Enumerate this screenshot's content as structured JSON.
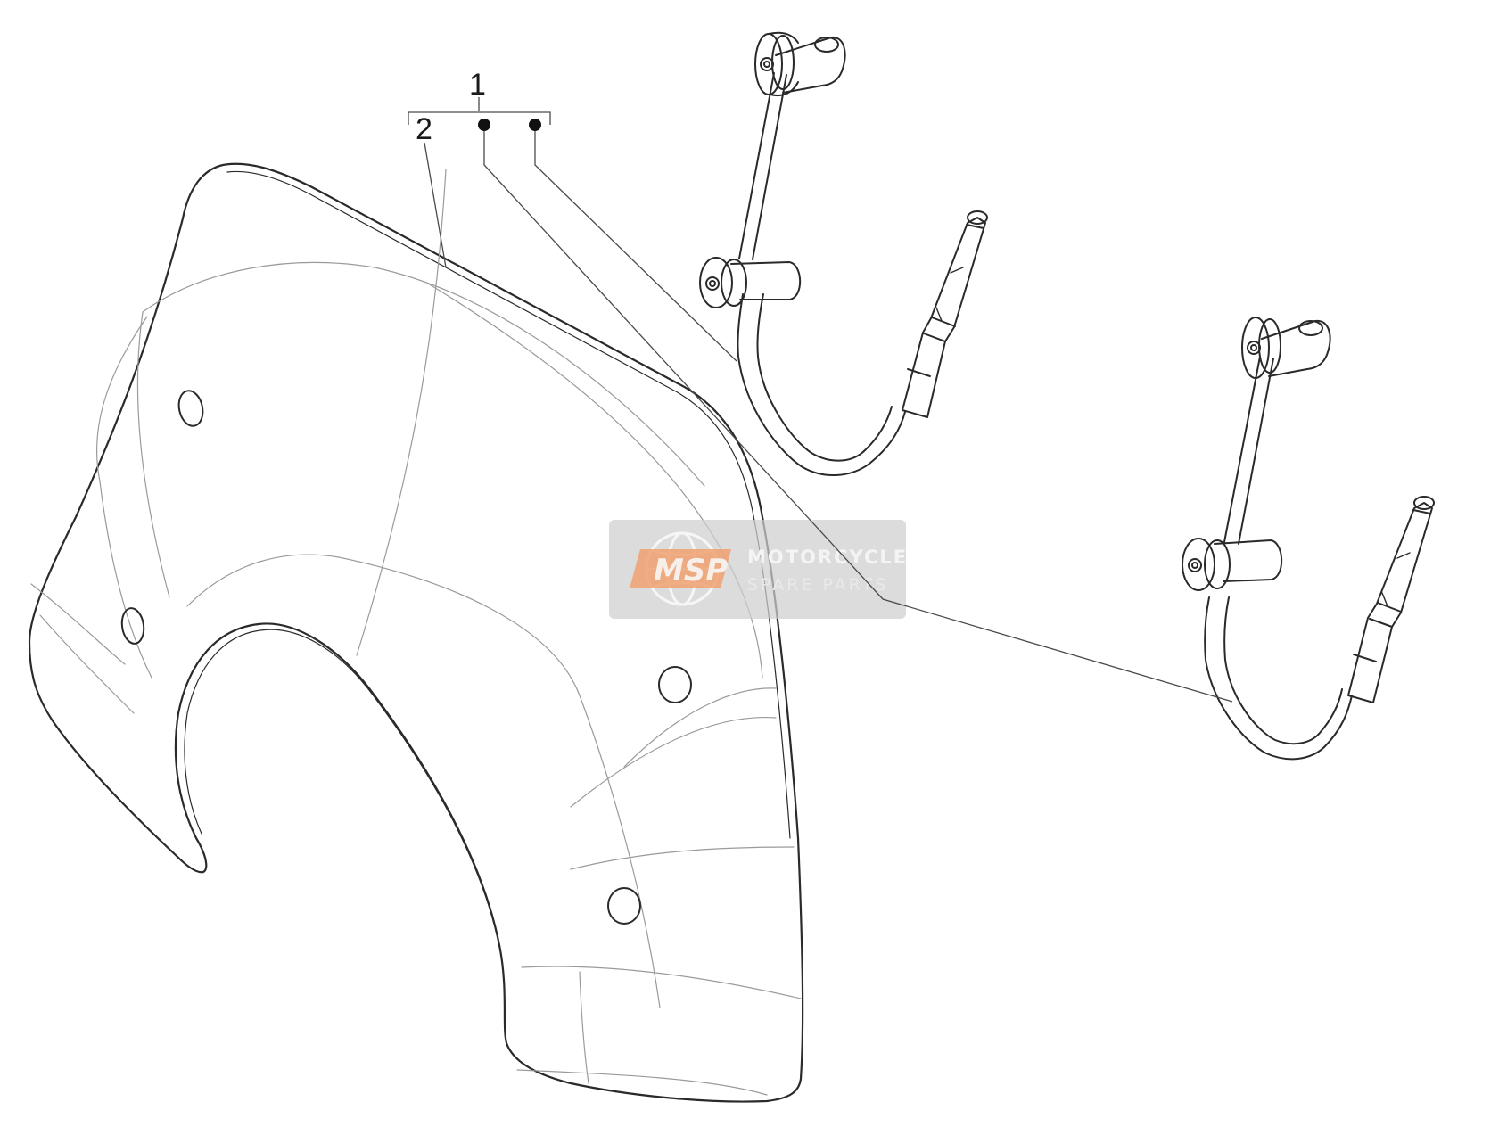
{
  "callouts": {
    "assembly_number": "1",
    "windshield_number": "2"
  },
  "watermark": {
    "logo_text": "MSP",
    "line1": "MOTORCYCLE",
    "line2": "SPARE PARTS"
  },
  "colors": {
    "outline": "#2a2a2a",
    "thin_line": "#9a9a9a",
    "watermark_bg": "#cfcfcf",
    "watermark_accent": "#f0a070"
  }
}
